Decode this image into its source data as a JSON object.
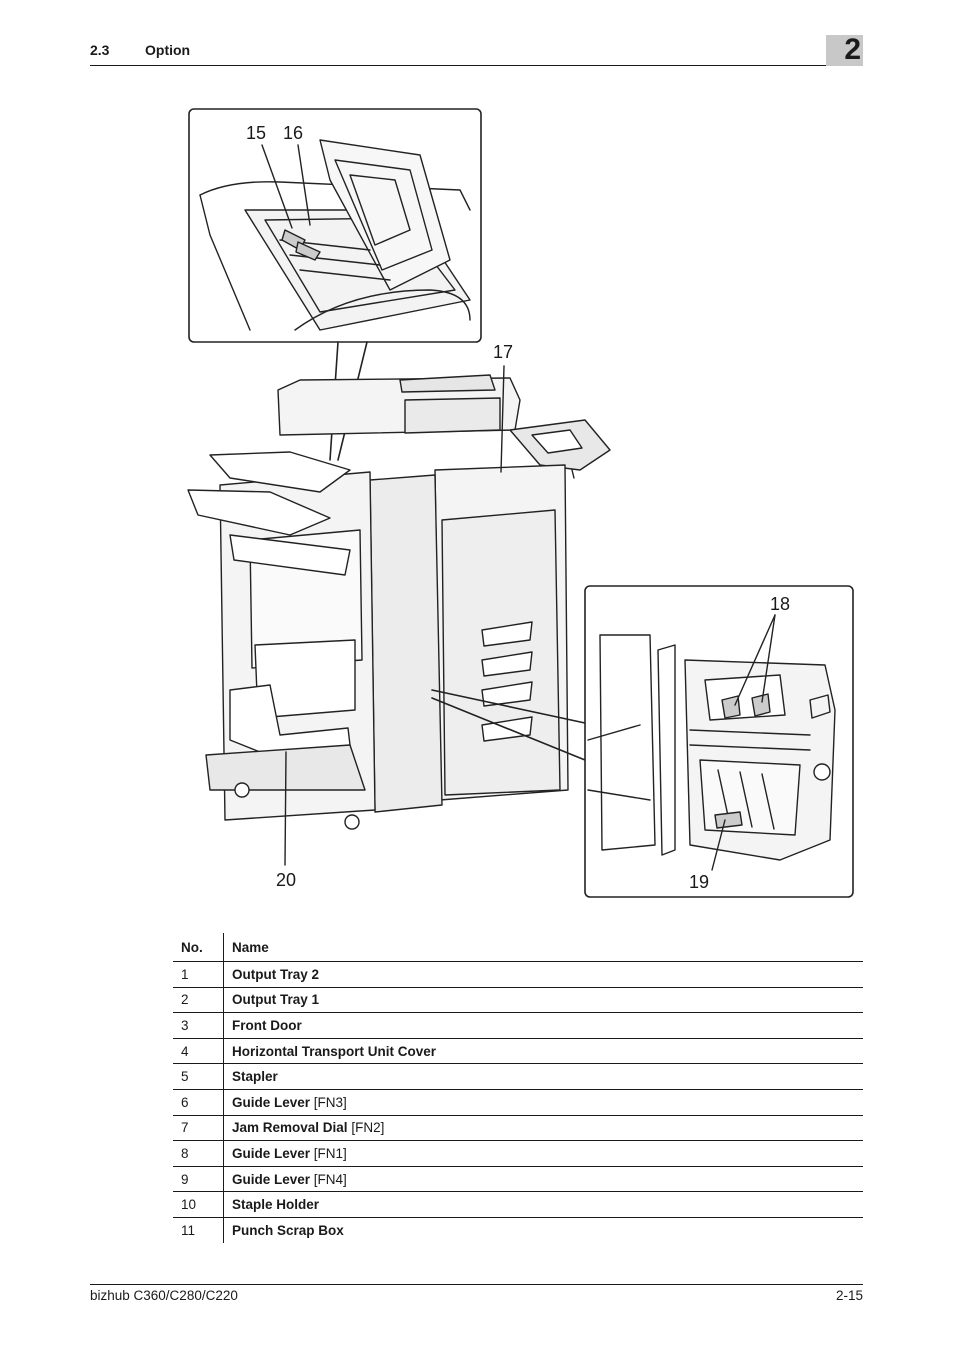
{
  "header": {
    "section": "2.3",
    "title": "Option",
    "chapter": "2"
  },
  "figure": {
    "callouts": [
      "15",
      "16",
      "17",
      "18",
      "19",
      "20"
    ]
  },
  "table": {
    "columns": [
      "No.",
      "Name"
    ],
    "rows": [
      {
        "no": "1",
        "name": "Output Tray 2",
        "suffix": ""
      },
      {
        "no": "2",
        "name": "Output Tray 1",
        "suffix": ""
      },
      {
        "no": "3",
        "name": "Front Door",
        "suffix": ""
      },
      {
        "no": "4",
        "name": "Horizontal Transport Unit Cover",
        "suffix": ""
      },
      {
        "no": "5",
        "name": "Stapler",
        "suffix": ""
      },
      {
        "no": "6",
        "name": "Guide Lever",
        "suffix": "[FN3]"
      },
      {
        "no": "7",
        "name": "Jam Removal Dial",
        "suffix": "[FN2]"
      },
      {
        "no": "8",
        "name": "Guide Lever",
        "suffix": "[FN1]"
      },
      {
        "no": "9",
        "name": "Guide Lever",
        "suffix": "[FN4]"
      },
      {
        "no": "10",
        "name": "Staple Holder",
        "suffix": ""
      },
      {
        "no": "11",
        "name": "Punch Scrap Box",
        "suffix": ""
      }
    ]
  },
  "footer": {
    "model": "bizhub C360/C280/C220",
    "page": "2-15"
  }
}
